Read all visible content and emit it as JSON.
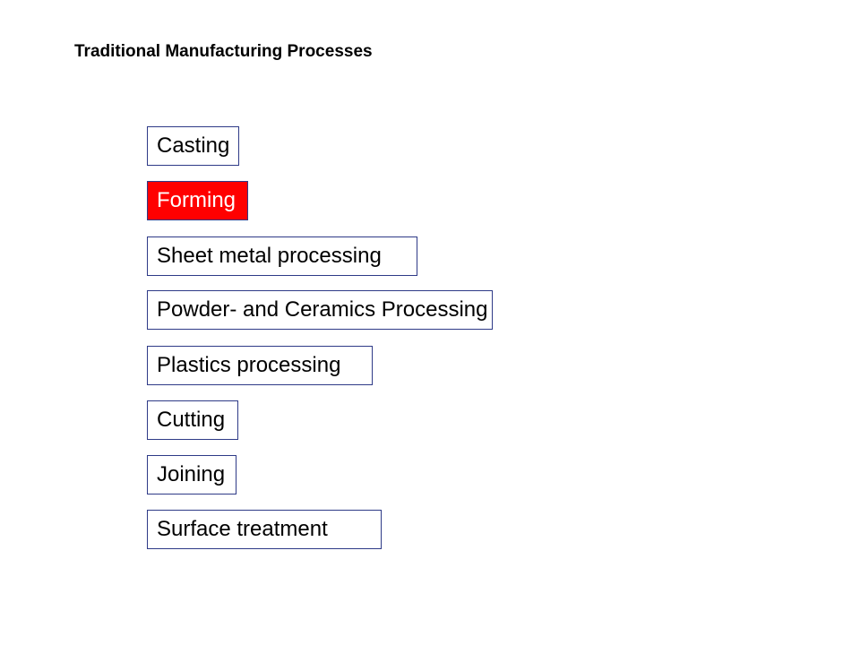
{
  "title": "Traditional Manufacturing Processes",
  "highlight_color": "#ff0000",
  "border_color": "#2e3a87",
  "processes": [
    {
      "label": "Casting",
      "highlighted": false
    },
    {
      "label": "Forming",
      "highlighted": true
    },
    {
      "label": "Sheet metal processing",
      "highlighted": false
    },
    {
      "label": "Powder- and Ceramics Processing",
      "highlighted": false
    },
    {
      "label": "Plastics processing",
      "highlighted": false
    },
    {
      "label": "Cutting",
      "highlighted": false
    },
    {
      "label": "Joining",
      "highlighted": false
    },
    {
      "label": "Surface treatment",
      "highlighted": false
    }
  ]
}
